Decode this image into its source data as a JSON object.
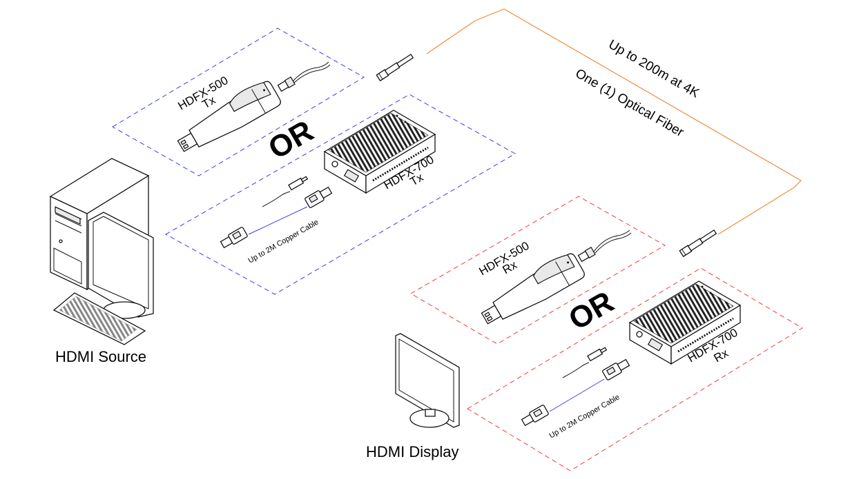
{
  "diagram": {
    "title": "HDFX Fiber Extender Connection Diagram",
    "colors": {
      "tx_group_border": "#3a3af0",
      "rx_group_border": "#f03a3a",
      "fiber": "#f08a3c",
      "copper_cable": "#3a3af0"
    },
    "source": {
      "label": "HDMI Source"
    },
    "display": {
      "label": "HDMI Display"
    },
    "fiber": {
      "length_label": "Up to 200m at 4K",
      "type_label": "One (1) Optical Fiber"
    },
    "tx_group": {
      "option_a": {
        "model": "HDFX-500",
        "role": "Tx"
      },
      "separator": "OR",
      "option_b": {
        "model": "HDFX-700",
        "role": "Tx",
        "cable_label": "Up to 2M Copper Cable"
      }
    },
    "rx_group": {
      "option_a": {
        "model": "HDFX-500",
        "role": "Rx"
      },
      "separator": "OR",
      "option_b": {
        "model": "HDFX-700",
        "role": "Rx",
        "cable_label": "Up to 2M Copper Cable"
      }
    }
  }
}
